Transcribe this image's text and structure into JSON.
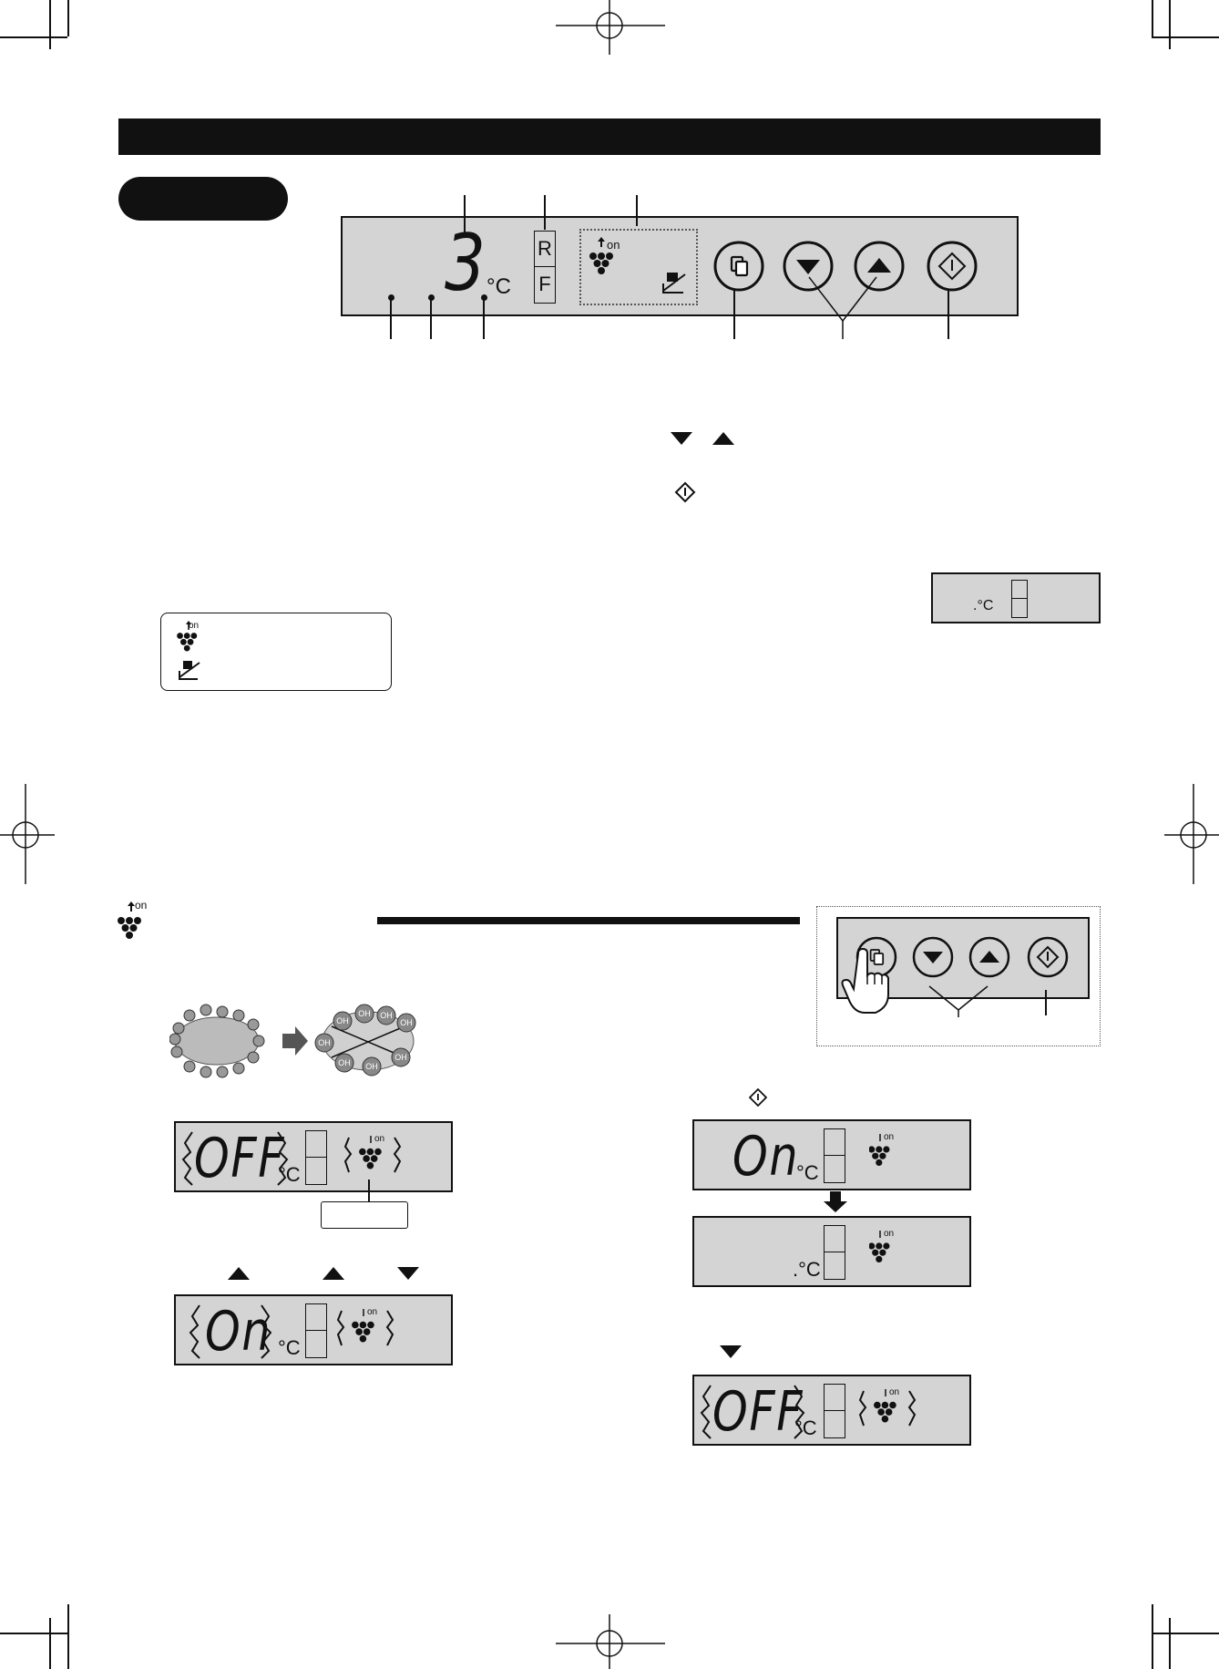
{
  "header_bar": {
    "title": ""
  },
  "section_pill": {
    "label": ""
  },
  "main_panel": {
    "temperature": "3",
    "unit": "°C",
    "rf_labels": [
      "R",
      "F"
    ],
    "on_label": "on"
  },
  "lcd_small_unit": ".°C",
  "legend": {
    "on_label": "on"
  },
  "plasmacluster_heading_on": "on",
  "ion_labels": [
    "OH",
    "OH",
    "OH",
    "OH",
    "OH",
    "OH",
    "OH",
    "OH"
  ],
  "lcd_off_1": {
    "text": "OFF",
    "unit": "°C",
    "on_label": "on"
  },
  "lcd_on_1": {
    "text": "On",
    "unit": "°C",
    "on_label": "on"
  },
  "lcd_on_2": {
    "text": "On",
    "unit": "°C",
    "on_label": "on"
  },
  "lcd_blank": {
    "unit": ".°C",
    "on_label": "on"
  },
  "lcd_off_2": {
    "text": "OFF",
    "unit": "°C",
    "on_label": "on"
  },
  "callout": {
    "label": ""
  }
}
